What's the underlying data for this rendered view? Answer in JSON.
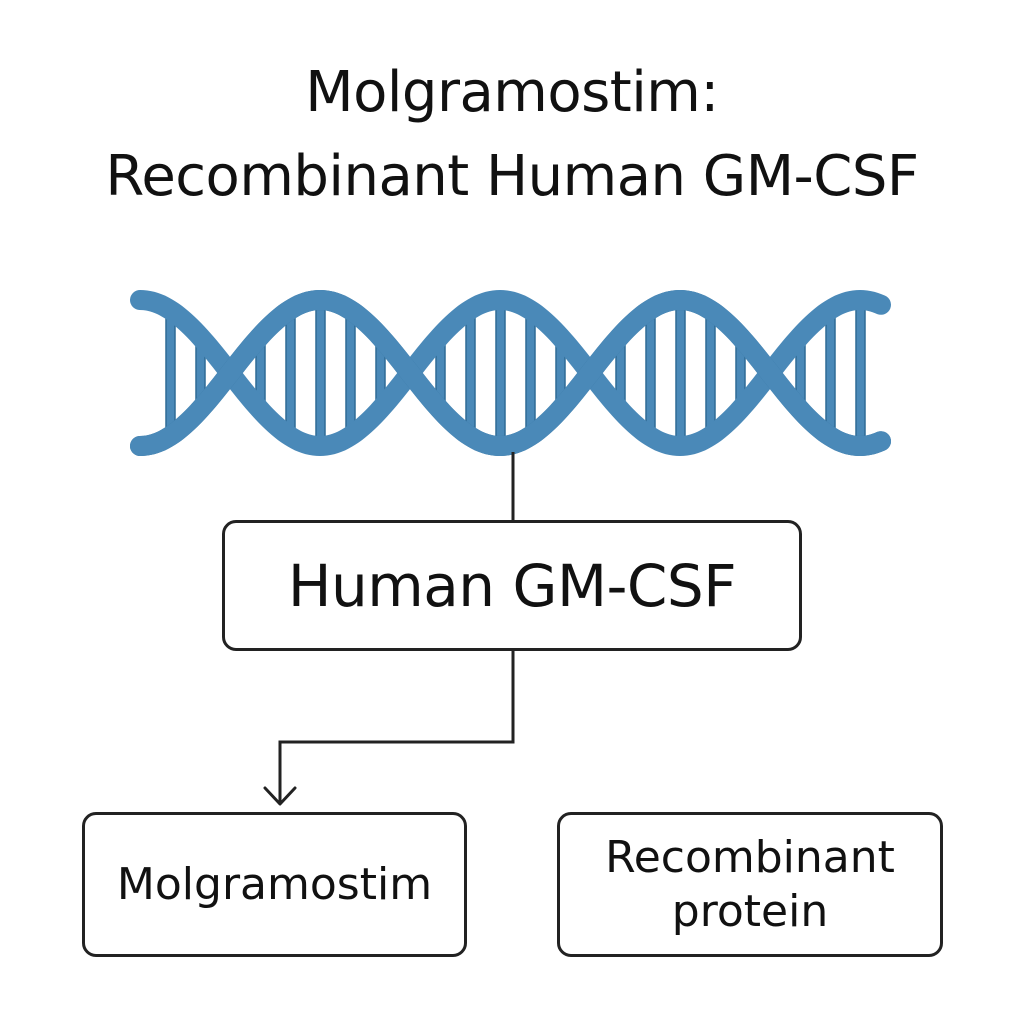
{
  "title": {
    "line1": "Molgramostim:",
    "line2": "Recombinant Human GM-CSF"
  },
  "nodes": {
    "gene": {
      "icon": "dna-double-helix-icon",
      "color": "#4a89b8"
    },
    "main": {
      "label": "Human GM-CSF"
    },
    "left": {
      "label": "Molgramostim"
    },
    "right": {
      "label_line1": "Recombinant",
      "label_line2": "protein"
    }
  }
}
